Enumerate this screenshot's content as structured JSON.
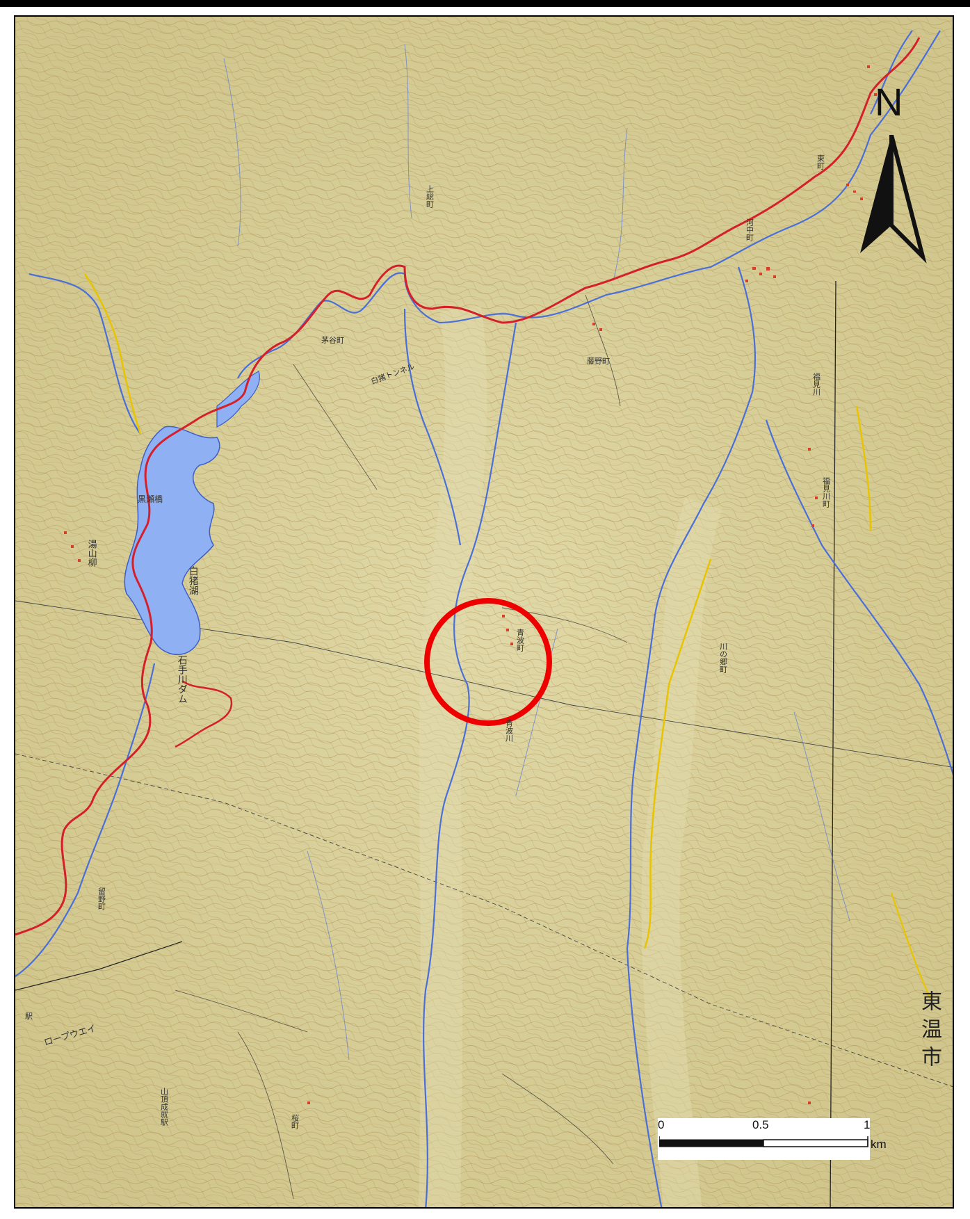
{
  "colors": {
    "terrain": "#d8cf98",
    "terrain_light": "#e3dcad",
    "contour": "#b08a4a",
    "water": "#8fb0f2",
    "road_red": "#d4202a",
    "road_yellow": "#e8c400",
    "stream": "#4a6fd8",
    "highlight_circle": "#ee0000",
    "boundary": "#222222"
  },
  "icons": {
    "north_arrow": "north-arrow-icon",
    "study_site": "circle-marker-icon"
  },
  "north": {
    "letter": "N"
  },
  "scale": {
    "labels": [
      "0",
      "0.5",
      "1"
    ],
    "unit": "km"
  },
  "city": {
    "label": "東温市"
  },
  "highlight": {
    "description_symbol": "study-site"
  },
  "places": {
    "shirakaba_lake": "白猪湖",
    "dam": "石手川ダム",
    "kurokawa_bridge": "黒瀬橋",
    "yuyama": "湯山柳",
    "kamikumo_machi": "上総町",
    "fujino_machi": "藤野町",
    "kaya_machi": "茅谷町",
    "tunnel": "白猪トンネル",
    "aoba_machi": "青波町",
    "kawanochimachi": "川の郷町",
    "kawachimachi": "河中町",
    "higashimachi": "東町",
    "fukumikawa_machi": "福見川町",
    "fukumikawa": "福見川",
    "tomeno_machi": "留野町",
    "ropeway": "ロープウエイ",
    "ishite_river": "青波川",
    "sancho_station": "山頂成就駅",
    "sakura_machi": "桜町",
    "ebi_station": "駅"
  }
}
